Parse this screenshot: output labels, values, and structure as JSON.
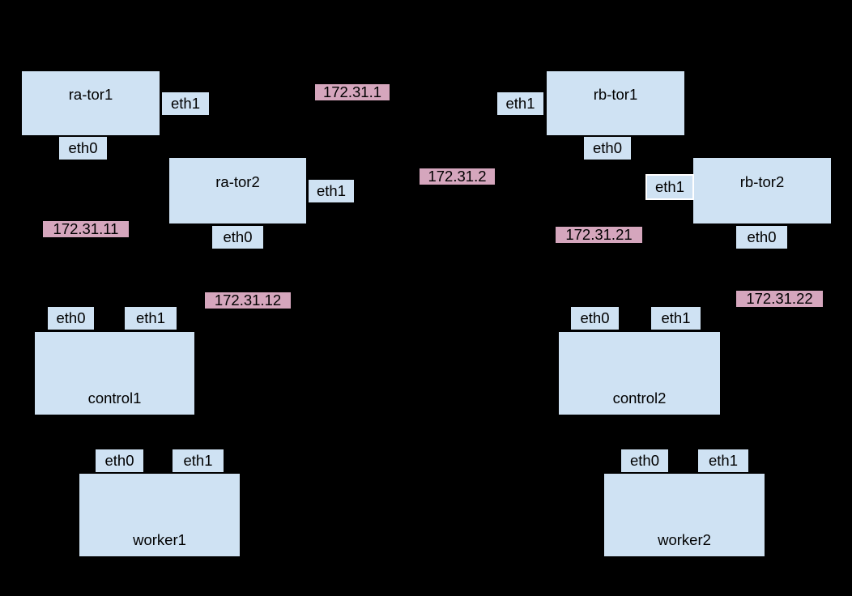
{
  "colors": {
    "background": "#000000",
    "node_fill": "#cfe2f3",
    "node_border": "#000000",
    "subnet_fill": "#d5a6bd",
    "text": "#000000",
    "highlight_port_border": "#ffffff"
  },
  "nodes": {
    "ra_tor1": {
      "label": "ra-tor1",
      "eth0": "eth0",
      "eth1": "eth1"
    },
    "ra_tor2": {
      "label": "ra-tor2",
      "eth0": "eth0",
      "eth1": "eth1"
    },
    "rb_tor1": {
      "label": "rb-tor1",
      "eth0": "eth0",
      "eth1": "eth1"
    },
    "rb_tor2": {
      "label": "rb-tor2",
      "eth0": "eth0",
      "eth1": "eth1"
    },
    "control1": {
      "label": "control1",
      "eth0": "eth0",
      "eth1": "eth1"
    },
    "control2": {
      "label": "control2",
      "eth0": "eth0",
      "eth1": "eth1"
    },
    "worker1": {
      "label": "worker1",
      "eth0": "eth0",
      "eth1": "eth1"
    },
    "worker2": {
      "label": "worker2",
      "eth0": "eth0",
      "eth1": "eth1"
    }
  },
  "subnets": {
    "s1": "172.31.1",
    "s2": "172.31.2",
    "s11": "172.31.11",
    "s12": "172.31.12",
    "s21": "172.31.21",
    "s22": "172.31.22"
  }
}
